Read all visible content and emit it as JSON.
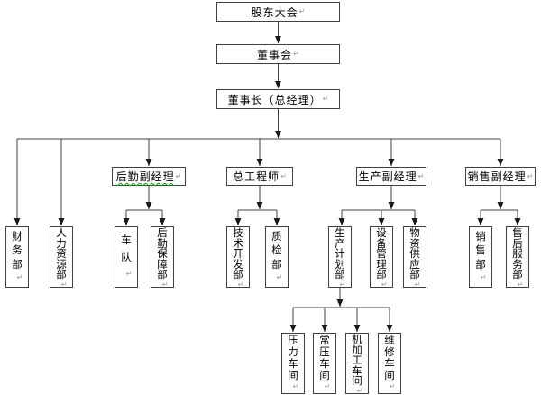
{
  "chart": {
    "type": "org-chart",
    "paragraph_mark": "↵",
    "colors": {
      "background": "#ffffff",
      "box_border": "#404040",
      "connector_line": "#404040",
      "arrowhead": "#1a1a1a",
      "text": "#000000",
      "paragraph_mark": "#9a9a9a",
      "spellcheck_underline": "#00a000"
    },
    "nodes": {
      "shareholders": {
        "label": "股东大会"
      },
      "board": {
        "label": "董事会"
      },
      "chairman": {
        "label": "董事长（总经理）"
      },
      "logistics_mgr": {
        "label": "后勤副经理"
      },
      "chief_engineer": {
        "label": "总工程师"
      },
      "production_mgr": {
        "label": "生产副经理"
      },
      "sales_mgr": {
        "label": "销售副经理"
      },
      "finance": {
        "label": "财务部"
      },
      "hr": {
        "label": "人力资源部"
      },
      "fleet": {
        "label": "车队"
      },
      "logistics_support": {
        "label": "后勤保障部"
      },
      "tech_dev": {
        "label": "技术开发部"
      },
      "quality": {
        "label": "质检部"
      },
      "prod_planning": {
        "label": "生产计划部"
      },
      "equipment": {
        "label": "设备管理部"
      },
      "materials": {
        "label": "物资供应部"
      },
      "sales_dept": {
        "label": "销售部"
      },
      "after_sales": {
        "label": "售后服务部"
      },
      "pressure_ws": {
        "label": "压力车间"
      },
      "normal_pressure_ws": {
        "label": "常压车间"
      },
      "machining_ws": {
        "label": "机加工车间"
      },
      "maintenance_ws": {
        "label": "维修车间"
      }
    },
    "hierarchy": [
      {
        "parent": "股东大会",
        "children": [
          "董事会"
        ]
      },
      {
        "parent": "董事会",
        "children": [
          "董事长（总经理）"
        ]
      },
      {
        "parent": "董事长（总经理）",
        "children": [
          "财务部",
          "人力资源部",
          "后勤副经理",
          "总工程师",
          "生产副经理",
          "销售副经理"
        ]
      },
      {
        "parent": "后勤副经理",
        "children": [
          "车队",
          "后勤保障部"
        ]
      },
      {
        "parent": "总工程师",
        "children": [
          "技术开发部",
          "质检部"
        ]
      },
      {
        "parent": "生产副经理",
        "children": [
          "生产计划部",
          "设备管理部",
          "物资供应部"
        ]
      },
      {
        "parent": "销售副经理",
        "children": [
          "销售部",
          "售后服务部"
        ]
      },
      {
        "parent": "生产计划部",
        "children": [
          "压力车间",
          "常压车间",
          "机加工车间",
          "维修车间"
        ]
      }
    ]
  }
}
